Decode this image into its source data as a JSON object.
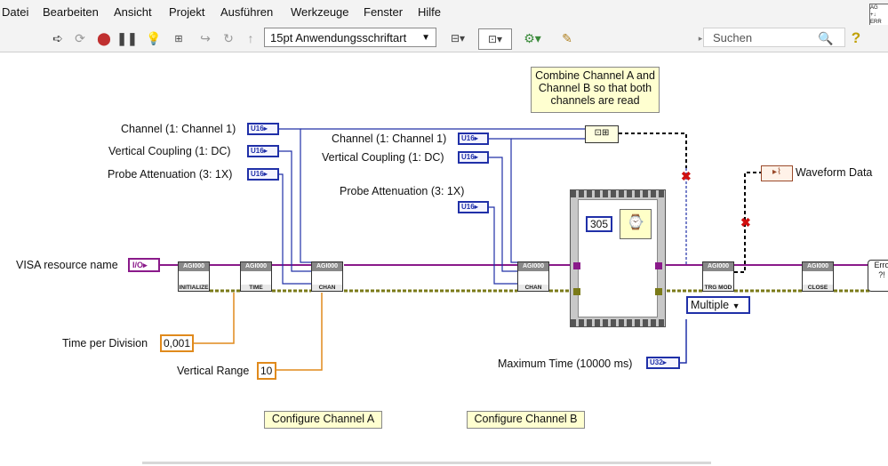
{
  "menu": [
    "Datei",
    "Bearbeiten",
    "Ansicht",
    "Projekt",
    "Ausführen",
    "Werkzeuge",
    "Fenster",
    "Hilfe"
  ],
  "toolbar": {
    "font_select": "15pt Anwendungsschriftart",
    "search_placeholder": "Suchen"
  },
  "diagram": {
    "chanA_labels": [
      "Channel (1: Channel 1)",
      "Vertical Coupling (1: DC)",
      "Probe Attenuation (3: 1X)"
    ],
    "chanB_labels": [
      "Channel (1: Channel 1)",
      "Vertical Coupling (1: DC)",
      "Probe Attenuation (3: 1X)"
    ],
    "u16": "U16",
    "u32": "U32",
    "io": "I/O",
    "visa_label": "VISA resource name",
    "time_per_div_label": "Time per Division",
    "time_per_div_value": "0,001",
    "vertical_range_label": "Vertical Range",
    "vertical_range_value": "10",
    "comment_combine": "Combine Channel A and Channel B so that both channels are read",
    "comment_cfg_a": "Configure Channel A",
    "comment_cfg_b": "Configure Channel B",
    "wait_value": "305",
    "waveform_label": "Waveform Data",
    "mode_enum": "Multiple",
    "max_time_label": "Maximum Time (10000 ms)",
    "vi_init": {
      "top": "AGI000",
      "bottom": "INITIALIZE"
    },
    "vi_time": {
      "top": "AGI000",
      "bottom": "TIME"
    },
    "vi_chan_a": {
      "top": "AGI000",
      "bottom": "CHAN"
    },
    "vi_chan_b": {
      "top": "AGI000",
      "bottom": "CHAN"
    },
    "vi_trig": {
      "top": "AGI000",
      "bottom": "TRG MOD"
    },
    "vi_close": {
      "top": "AGI000",
      "bottom": "CLOSE"
    },
    "error_label": "Erro"
  },
  "colors": {
    "u16_blue": "#2030a8",
    "visa_purple": "#8a1a8a",
    "error_olive": "#7a7a18",
    "dbl_orange": "#e08a1c"
  }
}
